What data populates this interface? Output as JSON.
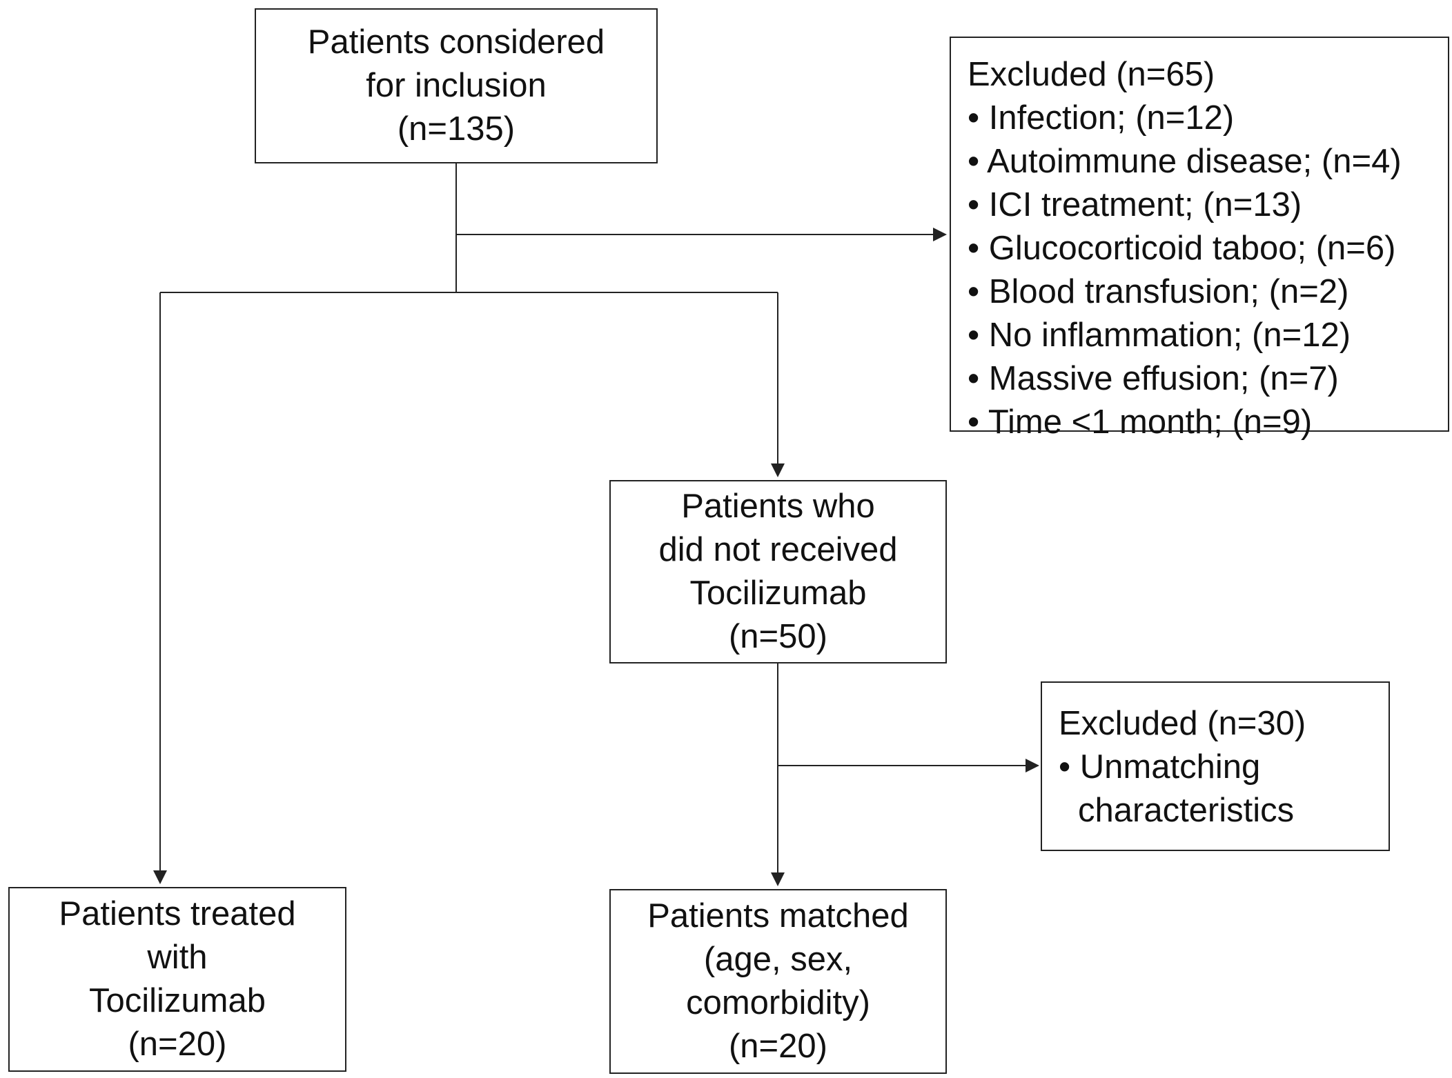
{
  "boxes": {
    "considered": {
      "lines": [
        "Patients considered",
        "for inclusion",
        "(n=135)"
      ]
    },
    "excluded_first": {
      "title": "Excluded (n=65)",
      "items": [
        "Infection; (n=12)",
        "Autoimmune disease; (n=4)",
        "ICI treatment; (n=13)",
        "Glucocorticoid taboo; (n=6)",
        "Blood transfusion; (n=2)",
        "No inflammation; (n=12)",
        "Massive effusion; (n=7)",
        "Time <1 month; (n=9)"
      ]
    },
    "not_received": {
      "lines": [
        "Patients who",
        "did not received",
        "Tocilizumab",
        "(n=50)"
      ]
    },
    "excluded_second": {
      "title": "Excluded (n=30)",
      "items": [
        "Unmatching",
        "characteristics"
      ]
    },
    "treated": {
      "lines": [
        "Patients treated",
        "with",
        "Tocilizumab",
        "(n=20)"
      ]
    },
    "matched": {
      "lines": [
        "Patients matched",
        "(age, sex,",
        "comorbidity)",
        "(n=20)"
      ]
    }
  },
  "colors": {
    "stroke": "#222222",
    "text": "#111111",
    "background": "#ffffff"
  }
}
